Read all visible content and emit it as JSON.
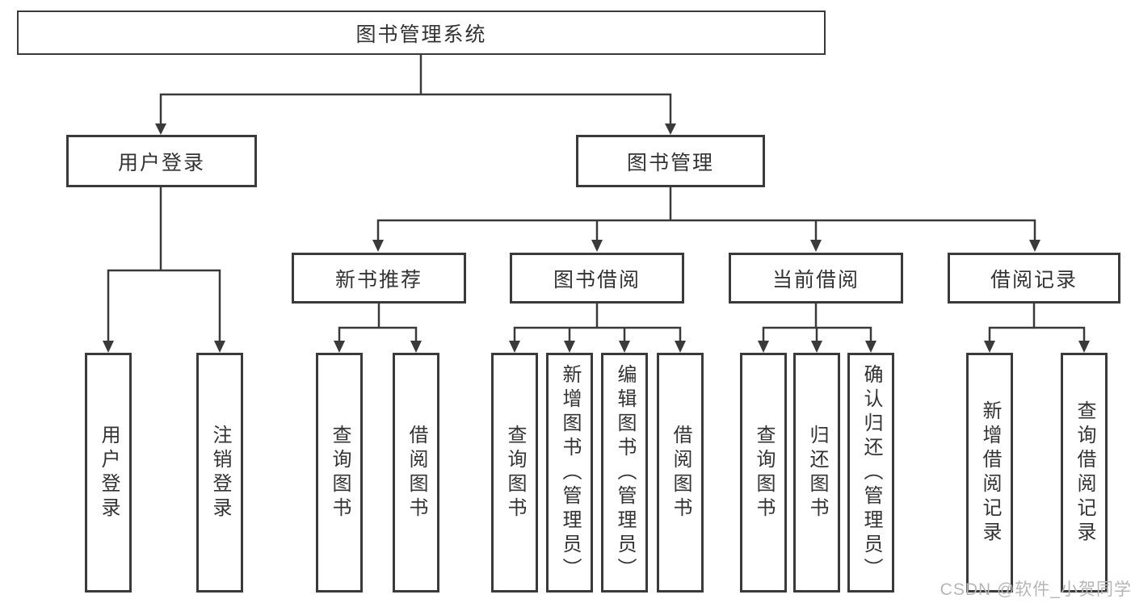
{
  "diagram": {
    "root": {
      "label": "图书管理系统"
    },
    "level2": [
      {
        "label": "用户登录",
        "parent": "图书管理系统"
      },
      {
        "label": "图书管理",
        "parent": "图书管理系统"
      }
    ],
    "level3": [
      {
        "label": "新书推荐",
        "parent": "图书管理"
      },
      {
        "label": "图书借阅",
        "parent": "图书管理"
      },
      {
        "label": "当前借阅",
        "parent": "图书管理"
      },
      {
        "label": "借阅记录",
        "parent": "图书管理"
      }
    ],
    "leaves": [
      {
        "label": "用户登录",
        "parent": "用户登录"
      },
      {
        "label": "注销登录",
        "parent": "用户登录"
      },
      {
        "label": "查询图书",
        "parent": "新书推荐"
      },
      {
        "label": "借阅图书",
        "parent": "新书推荐"
      },
      {
        "label": "查询图书",
        "parent": "图书借阅"
      },
      {
        "label": "新增图书（管理员）",
        "parent": "图书借阅"
      },
      {
        "label": "编辑图书（管理员）",
        "parent": "图书借阅"
      },
      {
        "label": "借阅图书",
        "parent": "图书借阅"
      },
      {
        "label": "查询图书",
        "parent": "当前借阅"
      },
      {
        "label": "归还图书",
        "parent": "当前借阅"
      },
      {
        "label": "确认归还（管理员）",
        "parent": "当前借阅"
      },
      {
        "label": "新增借阅记录",
        "parent": "借阅记录"
      },
      {
        "label": "查询借阅记录",
        "parent": "借阅记录"
      }
    ]
  },
  "watermark": {
    "text": "CSDN @软件_小贺同学"
  },
  "colors": {
    "line": "#3a3a3a",
    "text": "#333333",
    "watermark": "#b6b6b6",
    "background": "#ffffff"
  }
}
